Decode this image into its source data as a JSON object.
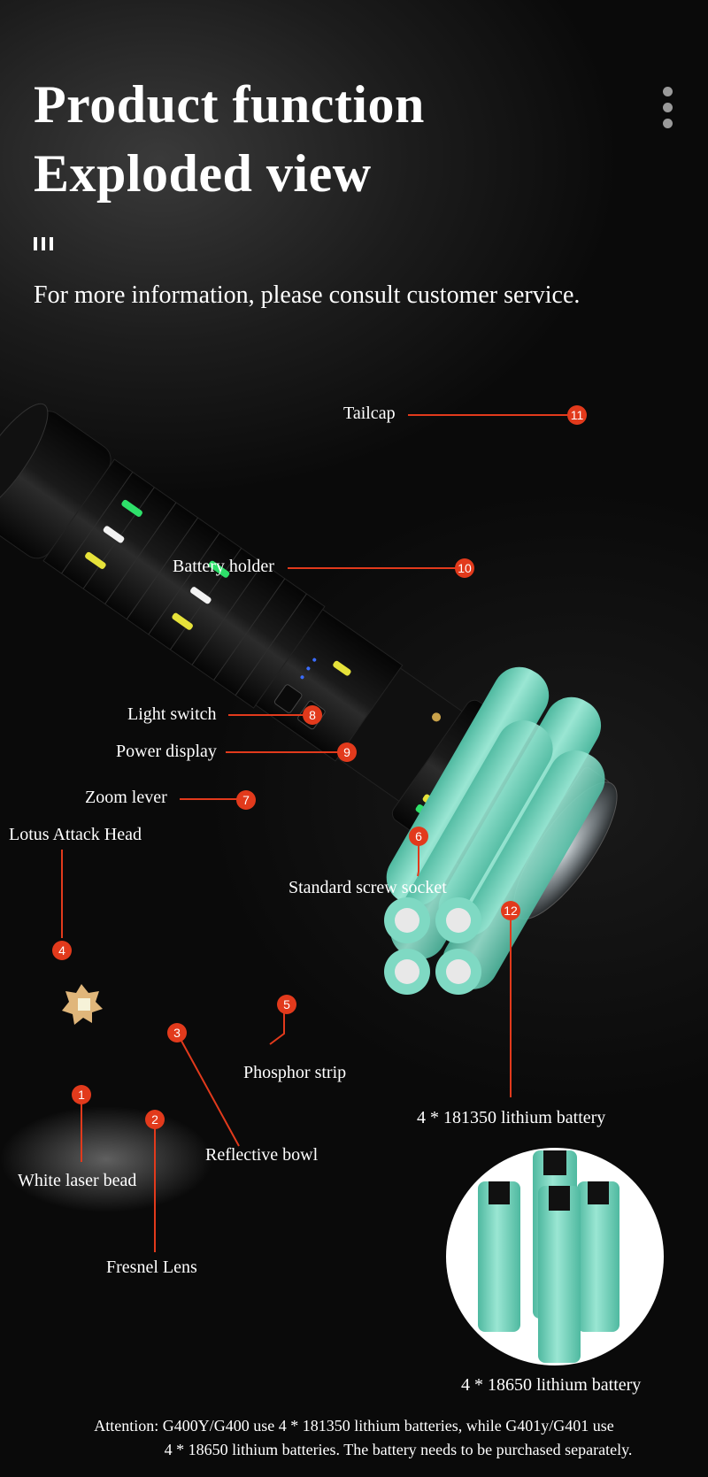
{
  "heading": {
    "line1": "Product function",
    "line2": "Exploded view",
    "subtitle": "For more information, please consult customer service."
  },
  "menu_icon": "more-vertical-icon",
  "accent_color": "#e23a1c",
  "battery_color": "#7fd9c3",
  "labels": {
    "tailcap": "Tailcap",
    "battery_holder": "Battery holder",
    "light_switch": "Light switch",
    "power_display": "Power display",
    "zoom_lever": "Zoom lever",
    "lotus_head": "Lotus Attack Head",
    "screw_socket": "Standard screw socket",
    "phosphor_strip": "Phosphor strip",
    "reflective_bowl": "Reflective bowl",
    "white_laser": "White laser bead",
    "fresnel_lens": "Fresnel Lens",
    "battery_181350": "4 * 181350 lithium battery",
    "battery_18650": "4 * 18650 lithium battery"
  },
  "numbers": {
    "n1": "1",
    "n2": "2",
    "n3": "3",
    "n4": "4",
    "n5": "5",
    "n6": "6",
    "n7": "7",
    "n8": "8",
    "n9": "9",
    "n10": "10",
    "n11": "11",
    "n12": "12"
  },
  "attention": {
    "line1": "Attention: G400Y/G400 use 4 * 181350 lithium batteries, while G401y/G401 use",
    "line2": "4 * 18650 lithium batteries. The battery needs to be purchased separately."
  }
}
